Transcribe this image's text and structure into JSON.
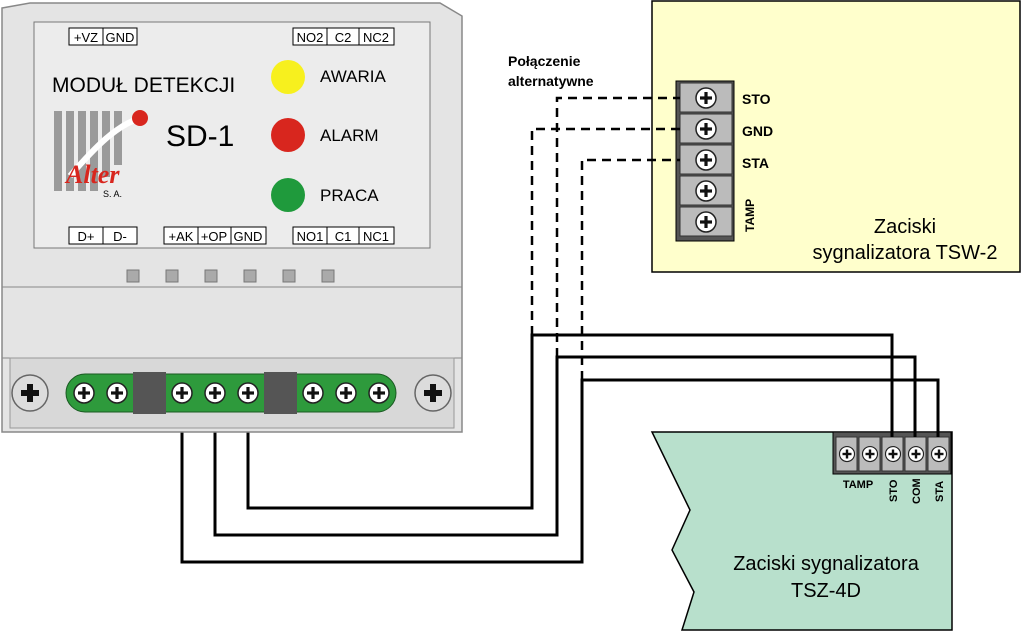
{
  "module": {
    "title": "MODUŁ DETEKCJI",
    "model": "SD-1",
    "logo_text": "Alter",
    "logo_sub": "S. A.",
    "top_left_terminals": [
      "+VZ",
      "GND"
    ],
    "top_right_terminals": [
      "NO2",
      "C2",
      "NC2"
    ],
    "bottom_terminals": [
      "D+",
      "D-",
      "+AK",
      "+OP",
      "GND",
      "NO1",
      "C1",
      "NC1"
    ],
    "leds": [
      {
        "label": "AWARIA",
        "color": "#f7f01e"
      },
      {
        "label": "ALARM",
        "color": "#d8261e"
      },
      {
        "label": "PRACA",
        "color": "#1f9a3c"
      }
    ]
  },
  "alt_connection_label": [
    "Połączenie",
    "alternatywne"
  ],
  "tsw2": {
    "title_lines": [
      "Zaciski",
      "sygnalizatora TSW-2"
    ],
    "terminals": [
      "STO",
      "GND",
      "STA",
      "TAMP"
    ]
  },
  "tsz4d": {
    "title_lines": [
      "Zaciski sygnalizatora",
      "TSZ-4D"
    ],
    "terminals": [
      "TAMP",
      "STO",
      "COM",
      "STA"
    ]
  },
  "colors": {
    "module_body": "#e4e4e4",
    "module_panel": "#ececec",
    "terminal_green": "#2e9a3c",
    "tsw_bg": "#ffffcc",
    "tsz_bg": "#b8e0cc",
    "logo_red": "#d8261e"
  }
}
